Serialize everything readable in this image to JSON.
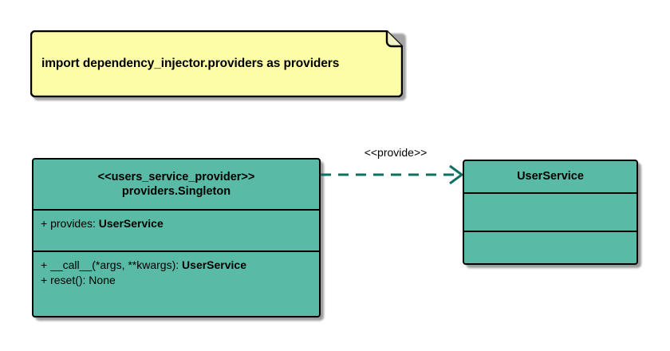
{
  "diagram": {
    "type": "uml-class-diagram",
    "background": "#FFFFFF"
  },
  "note": {
    "text": "import dependency_injector.providers as providers",
    "fill": "#FDFDA8",
    "border": "#000000"
  },
  "classes": [
    {
      "id": "users-service-provider",
      "stereotype": "<<users_service_provider>>",
      "name": "providers.Singleton",
      "fill": "#59BBA6",
      "border": "#000000",
      "attributes": [
        {
          "visibility": "+",
          "text": "provides: ",
          "type": "UserService"
        }
      ],
      "operations": [
        {
          "visibility": "+",
          "text": "__call__(*args, **kwargs): ",
          "type": "UserService"
        },
        {
          "visibility": "+",
          "text": "reset(): None",
          "type": ""
        }
      ]
    },
    {
      "id": "user-service",
      "stereotype": "",
      "name": "UserService",
      "fill": "#59BBA6",
      "border": "#000000",
      "attributes": [],
      "operations": []
    }
  ],
  "relationship": {
    "label": "<<provide>>",
    "style": "dashed",
    "arrowhead": "open",
    "color": "#0E7060",
    "source": "users-service-provider",
    "target": "user-service"
  }
}
